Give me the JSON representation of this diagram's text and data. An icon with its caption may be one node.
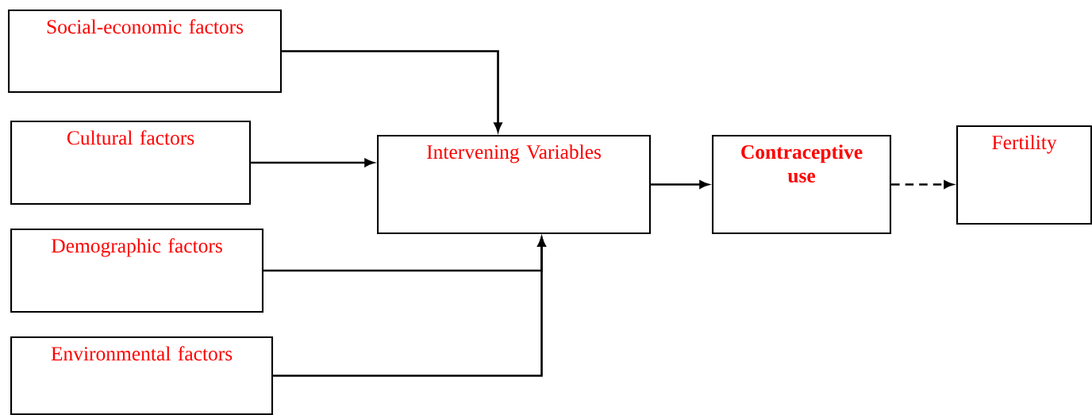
{
  "diagram": {
    "nodes": [
      {
        "text": [
          "Social-economic factors"
        ]
      },
      {
        "text": [
          "Cultural factors"
        ]
      },
      {
        "text": [
          "Demographic factors"
        ]
      },
      {
        "text": [
          "Environmental factors"
        ]
      },
      {
        "text": [
          "Intervening Variables"
        ]
      },
      {
        "text": [
          "**Contraceptive use**"
        ]
      },
      {
        "text": [
          "Fertility"
        ]
      }
    ],
    "edges": [
      {
        "from": 0,
        "to": 4,
        "arrow": "to"
      },
      {
        "from": 1,
        "to": 4,
        "arrow": "to"
      },
      {
        "from": 2,
        "to": 4,
        "arrow": "to"
      },
      {
        "from": 3,
        "to": 4,
        "arrow": "to"
      },
      {
        "from": 4,
        "to": 5,
        "arrow": "to"
      },
      {
        "from": 5,
        "to": 6,
        "arrow": "to",
        "style": "dashed"
      }
    ]
  }
}
